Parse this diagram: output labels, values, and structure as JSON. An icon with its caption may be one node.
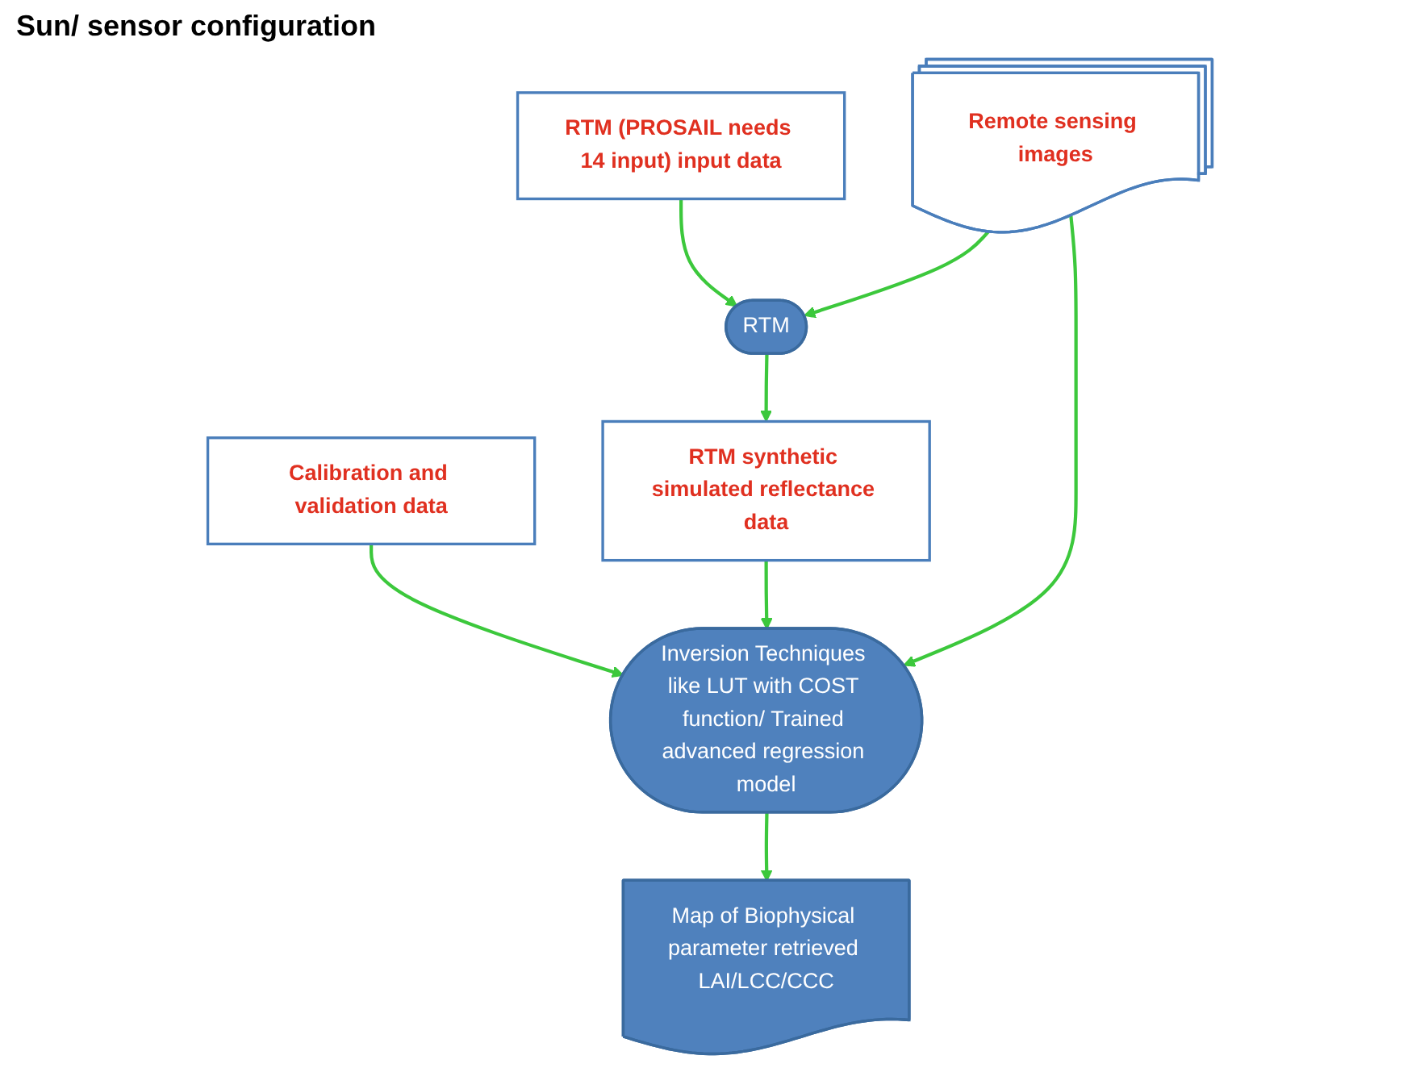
{
  "diagram": {
    "nodes": [
      {
        "text": [
          "RTM (PROSAIL needs 14 input) input data"
        ]
      },
      {
        "text": [
          "Remote sensing images"
        ]
      },
      {
        "text": [
          "Calibration and validation data"
        ]
      },
      {
        "text": [
          "RTM"
        ]
      },
      {
        "text": [
          "RTM synthetic simulated reflectance data"
        ]
      },
      {
        "text": [
          "Inversion Techniques like LUT with COST function/ Trained advanced regression model"
        ]
      },
      {
        "text": [
          "Map of Biophysical parameter retrieved LAI/LCC/CCC"
        ]
      }
    ],
    "edges": [
      {
        "from": 0,
        "to": 3,
        "arrow": "to"
      },
      {
        "from": 1,
        "to": 3,
        "arrow": "to"
      },
      {
        "from": 1,
        "to": 5,
        "arrow": "to"
      },
      {
        "from": 3,
        "to": 4,
        "arrow": "to"
      },
      {
        "from": 4,
        "to": 5,
        "arrow": "to"
      },
      {
        "from": 2,
        "to": 5,
        "arrow": "to"
      },
      {
        "from": 5,
        "to": 6,
        "arrow": "to"
      }
    ],
    "labels": [
      "Sun/ sensor configuration"
    ]
  }
}
